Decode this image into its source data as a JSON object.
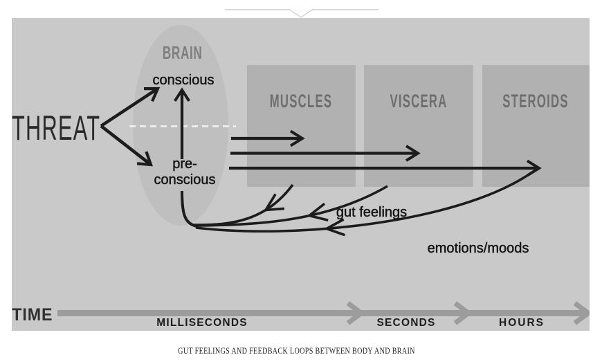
{
  "expander": {
    "chevron_icon": "chevron-down"
  },
  "diagram": {
    "threat_label": "THREAT",
    "brain": {
      "title": "BRAIN",
      "conscious_label": "conscious",
      "preconscious_line1": "pre-",
      "preconscious_line2": "conscious"
    },
    "boxes": [
      {
        "label": "MUSCLES"
      },
      {
        "label": "VISCERA"
      },
      {
        "label": "STEROIDS"
      }
    ],
    "feedback": {
      "gut_feelings_label": "gut feelings",
      "emotions_moods_label": "emotions/moods"
    },
    "timeline": {
      "label": "TIME",
      "ticks": [
        "MILLISECONDS",
        "SECONDS",
        "HOURS"
      ]
    }
  },
  "caption": "GUT FEELINGS AND FEEDBACK LOOPS BETWEEN BODY AND BRAIN",
  "colors": {
    "page_background": "#ffffff",
    "panel_background": "#c9c9c9",
    "ellipse_fill": "#bfbfbf",
    "box_fill": "#b1b1b1",
    "arrow_black": "#1c1c1c",
    "time_arrow_gray": "#9c9c9c",
    "label_gray": "#6e6e6e"
  }
}
